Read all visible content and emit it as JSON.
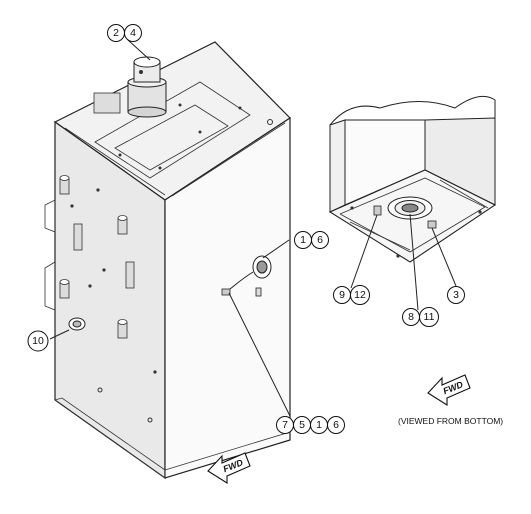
{
  "callouts": {
    "c2": "2",
    "c4": "4",
    "c1a": "1",
    "c6a": "6",
    "c10": "10",
    "c7": "7",
    "c5": "5",
    "c1b": "1",
    "c6b": "6",
    "c9": "9",
    "c12": "12",
    "c8": "8",
    "c11": "11",
    "c3": "3"
  },
  "arrows": {
    "main_fwd": "FWD",
    "bottom_fwd": "FWD"
  },
  "caption": "(VIEWED FROM BOTTOM)"
}
